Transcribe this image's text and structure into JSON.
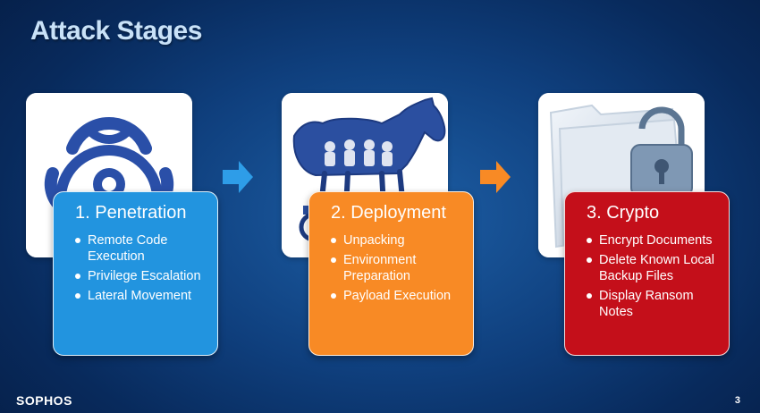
{
  "title": "Attack Stages",
  "colors": {
    "stage1": "#2294df",
    "stage2": "#f88a25",
    "stage3": "#c40f1a",
    "arrow_blue": "#2e9de8",
    "arrow_orange": "#f88a25"
  },
  "stages": [
    {
      "title": "1. Penetration",
      "image_icon": "biohazard-icon",
      "bullets": [
        "Remote Code Execution",
        "Privilege Escalation",
        "Lateral Movement"
      ]
    },
    {
      "title": "2. Deployment",
      "image_icon": "trojan-horse-icon",
      "bullets": [
        "Unpacking",
        "Environment Preparation",
        "Payload Execution"
      ]
    },
    {
      "title": "3. Crypto",
      "image_icon": "folder-padlock-icon",
      "bullets": [
        "Encrypt Documents",
        "Delete Known Local Backup Files",
        "Display Ransom Notes"
      ]
    }
  ],
  "footer": {
    "brand": "SOPHOS",
    "page_number": "3"
  }
}
